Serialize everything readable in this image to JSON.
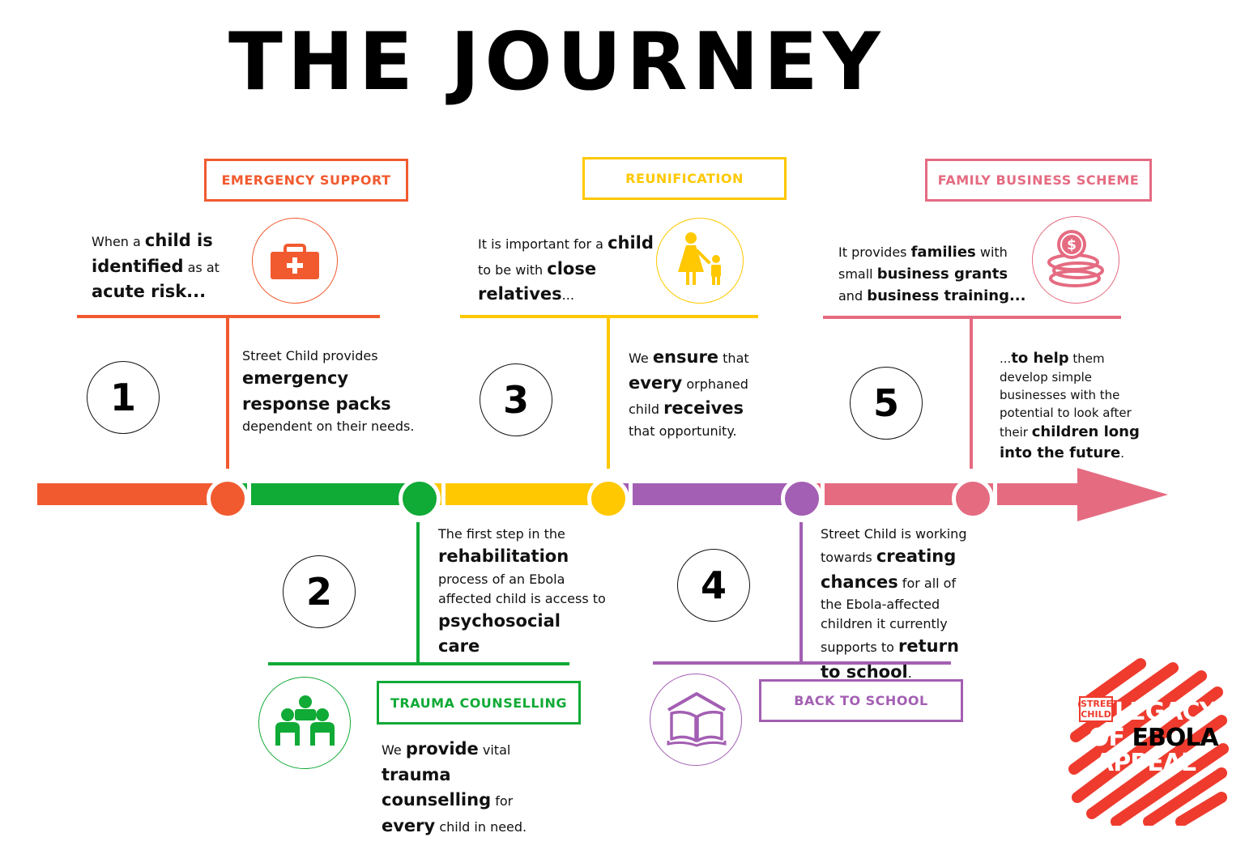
{
  "title": "THE JOURNEY",
  "colors": {
    "orange": "#f15a2f",
    "green": "#10aa36",
    "yellow": "#ffc800",
    "purple": "#a35fb3",
    "pink": "#e56b81",
    "logo_red": "#ee3b2e"
  },
  "stages": {
    "s1": {
      "number": "1",
      "label": "EMERGENCY SUPPORT",
      "icon": "first-aid-kit-icon",
      "intro": {
        "t1": "When a ",
        "b1": "child is identified",
        "t2": " as at ",
        "b2": "acute risk..."
      },
      "detail": {
        "t1": "Street Child provides ",
        "b1": "emergency response packs",
        "t2": " dependent on their needs."
      }
    },
    "s2": {
      "number": "2",
      "label": "TRAUMA COUNSELLING",
      "icon": "group-people-icon",
      "intro": {
        "t1": "The first step in the ",
        "b1": "rehabilitation",
        "t2": " process of an Ebola affected child is access to ",
        "b2": "psychosocial care"
      },
      "detail": {
        "t1": "We ",
        "b1": "provide",
        "t2": " vital ",
        "b2": "trauma counselling",
        "t3": " for ",
        "b3": "every",
        "t4": " child in need."
      }
    },
    "s3": {
      "number": "3",
      "label": "REUNIFICATION",
      "icon": "mother-child-icon",
      "intro": {
        "t1": "It is important for a ",
        "b1": "child",
        "t2": " to be with ",
        "b2": "close relatives",
        "t3": "..."
      },
      "detail": {
        "t1": "We ",
        "b1": "ensure",
        "t2": " that ",
        "b2": "every",
        "t3": " orphaned child ",
        "b3": "receives",
        "t4": " that opportunity."
      }
    },
    "s4": {
      "number": "4",
      "label": "BACK TO SCHOOL",
      "icon": "open-book-house-icon",
      "detail": {
        "t1": "Street Child is working towards ",
        "b1": "creating chances",
        "t2": " for all of the Ebola-affected children it currently supports to ",
        "b2": "return to school",
        "t3": "."
      }
    },
    "s5": {
      "number": "5",
      "label": "FAMILY BUSINESS SCHEME",
      "icon": "coins-stack-icon",
      "intro": {
        "t1": "It provides ",
        "b1": "families",
        "t2": " with small ",
        "b2": "business grants",
        "t3": " and ",
        "b3": "business training..."
      },
      "detail": {
        "t1": "...",
        "b1": "to help",
        "t2": " them develop simple businesses with the potential to look after their ",
        "b2": "children long into the future",
        "t3": "."
      }
    }
  },
  "logo": {
    "brand_line1": "STREET",
    "brand_line2": "CHILD",
    "line1": "LEGACY",
    "line2a": "OF",
    "line2b": "EBOLA",
    "line3": "APPEAL"
  }
}
